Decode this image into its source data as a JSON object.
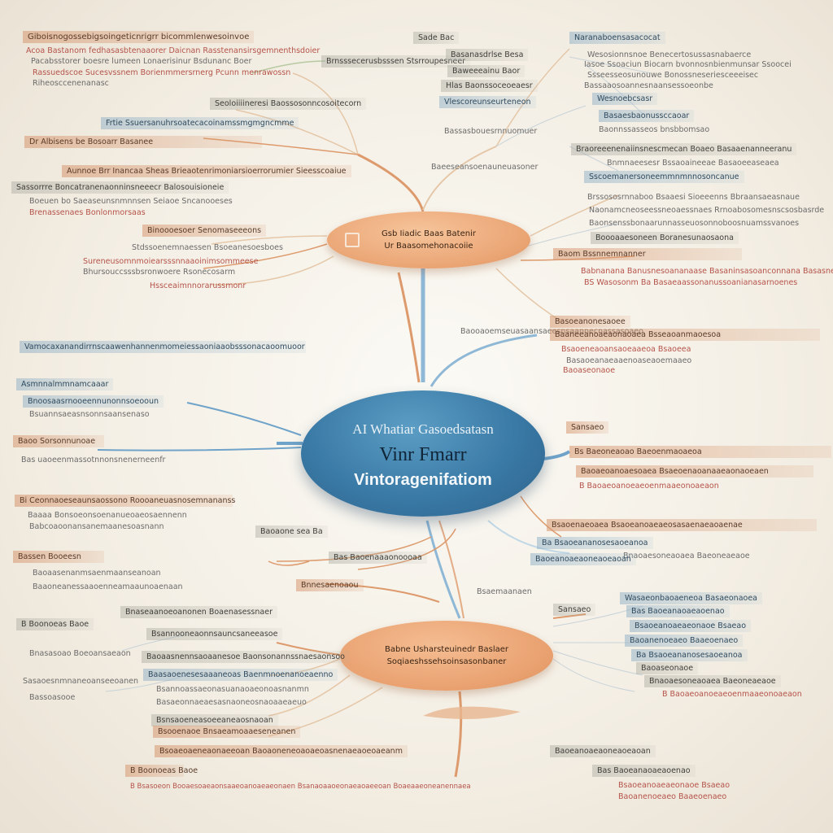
{
  "colors": {
    "background": "#f4efe5",
    "center_node": "#3a7aa6",
    "branch_node": "#eaa473",
    "orange_line": "#dd9a6c",
    "blue_line": "#8fb8d6",
    "red_text": "#b5534a"
  },
  "center_node": {
    "line1": "AI Whatiar Gasoedsatasn",
    "line2": "Vinr Fmarr",
    "line3": "Vintoragenifatiom"
  },
  "top_node": {
    "line1": "Gsb Iiadic Baas Batenir",
    "line2": "Ur Baasomehonacoiie"
  },
  "bottom_node": {
    "line1": "Babne Usharsteuinedr Baslaer",
    "line2": "Soqiaeshssehsoinsasonbaner"
  },
  "labels": {
    "tl1": "Giboisnogossebigsoingeticnrigrr bicommlenwesoinvoe",
    "tl2": "Acoa Bastanom fedhasasbtenaaorer Daicnan Rasstenansirsgemnenthsdoier",
    "tl3": "Pacabsstorer boesre lumeen Lonaerisinur Bsdunanc Boer",
    "tl4": "Rassuedscoe Sucesvssnem Borienmmersrnerg Pcunn menrawossn",
    "tl5": "Riheosccenenanasc",
    "tl6": "Brnsssecerusbsssen Stsrroupesneer",
    "tl7": "Seoloiiiineresi Baossosonncosoitecorn",
    "tl8": "Frtie Ssuersanuhrsoatecacoinamssmgmgncmme",
    "tl9": "Dr Albisens be Bosoarr Basanee",
    "tl10": "Aunnoe Brr Inancaa Sheas Brieaotenrimoniarsioerrorumier Sieesscoaiue",
    "tl11": "Sassorrre Boncatranenaonninsneeecr Balosouisioneie",
    "tl12": "Boeuen bo Saeaseunsnmnnsen Seiaoe Sncanooeses",
    "tl13": "Brenassenaes Bonlonmorsaas",
    "tl14": "Binoooesoer Senomaseeeons",
    "tl15": "Stdssoenemnaessen Bsoeanesoesboes",
    "tl16": "Sureneusomnmoiearsssnnaaoinimsommeese",
    "tl17": "Bhursouccsssbsronwoere Rsonecosarm",
    "tl18": "Hssceaimnnorarussmonr",
    "tr1": "Sade Bac",
    "tr2": "Naranaboensasacocat",
    "tr3": "Basanasdrlse Besa",
    "tr4": "Baweeeainu Baor",
    "tr5": "Hlas Baonssoceoeaesr",
    "tr6": "Vlescoreunseurteneon",
    "tr7": "Wesosionnsnoe Benecertosussasnabaerce",
    "tr8": "Iasoe Ssoaciun Biocarn bvonnosnbienmunsar Ssoocei",
    "tr9": "Ssseesseosunouwe Bonossneseriesceeeisec",
    "tr10": "Wesnoebcsasr",
    "tr11": "Basaesbaonussccaoar",
    "tr12": "Bassasbouesrnnuomuer",
    "tr13": "Braoreeenenaiinsnescmecan Boaeo Basaaenanneeranu",
    "tr14": "Baonnssasseos bnsbbomsao",
    "tr15": "Brssososrnnaboo Bsaaesi Sioeeenns Bbraansaeasnaue",
    "tr16": "Bnmnaeesesr Bssaoaineeae Basaoeeaseaea",
    "tr17": "Baeeseansoenauneuasoner",
    "tr18": "Sscoemanersoneemmnmnnosoncanue",
    "tr19": "Boooaaesoneen Boranesunaosaona",
    "tr20": "Naonamcneoseessneoaessnaes Rrnoabosomesnscsosbasrde",
    "tr21": "Baonsenssbonaarunnasseuosonnoboosnuamssvanoes",
    "tr22": "Bassaaosoannesnaansessoeonbe",
    "ml1": "Vamocaxanandirrnscaawenhannenmomeiessaoniaaobsssonacaoomuoor",
    "ml2": "Asmnnalmmnamcaaar",
    "ml3": "Bnoosaasrnooeennunonnsoeooun",
    "ml4": "Bsuannsaeasnsonnsaansenaso",
    "ml5": "Baoo Sorsonnunoae",
    "ml6": "Bas uaoeenmassotnnonsnenerneenfr",
    "mr1": "Baom Bssnnemnanner",
    "mr2": "Babnanana Banusnesoananaase Basaninsasoanconnana Basasne",
    "mr3": "BS Wasosonm Ba Basaeaassonanussoanianasarnoenes",
    "mr4": "Baooaoemseuasaansaeesnsaannecnassasoaeo",
    "bl1": "Bi Ceonnaoeseaunsaossono Roooaneuasnosemnananss",
    "bl2": "Baaaa Bonsoeonsoenanueoaeosaennenn",
    "bl3": "Babcoaoonansanemaanesoasnann",
    "bl4": "Baoaone sea Ba",
    "bl5": "Baoaasenanmsaenmaanseanoan",
    "bl6": "Baaoneanessaaoenneamaaunoaenaan",
    "bl7": "Bnaseaanoeoanonen Boaenasessnaer",
    "bl8": "Bassen Booeesn",
    "bl9": "Bas Baoenaaaonoooaa",
    "bl10": "Bnnesaenoaou",
    "bl11": "Bsannooneaonnsauncsaneeasoe",
    "bl12": "Baoaasnennsaoaanesoe Baonsonannssnaesaonsoo",
    "bl13": "Baasaoenesesaaaneoas Baenmnoenanoeaenno",
    "bl14": "Bsaemaanaen",
    "bl15": "B Boonoeas Baoe",
    "bl16": "Bnasasoao Boeoansaeaon",
    "bl17": "Sasaoesnmnaneoanseeoanen",
    "bl18": "Bsannoassaeonasuanaoaeonoasnanmn",
    "bl19": "Basaeonnaeaesasnaoneosnaoaaeaeuo",
    "bl20": "Bsnsaoeneasoeeaneaosnaoan",
    "bl21": "Bsooenaoe Bnsaeamoaaeseneanen",
    "bl22": "Bassoasooe",
    "bl23": "B Bsasoeon Booaesoaeaonsaaeoanoaeaeonaen Bsanaoaaoeonaeaoaeeoan Boaeaaeoneanennaea",
    "bl24": "Bsoaeoaeneaonaeeoan Baoaoneneoaoaeoasnenaeaoeoaeanm",
    "br1": "Wasaeonbaoaeneoa Basaeonaoea",
    "br2": "Baaneeanoaeaonaoaea Bsseaoanmaoesoa",
    "br3": "Basoeanonesaoee",
    "br4": "Bsaoeneaoansaoeaaeoa Bsaoeea",
    "br5": "Baoaseonaoe",
    "br6": "Sansaeo",
    "br7": "Bs Baeoneaoao Baeoenmaoaeoa",
    "br8": "Basaoeanaeaaenoaseaoemaaeo",
    "br9": "Baoaeoanoaesoaea Bsaeoenaoanaaeaonaoeaen",
    "br10": "B  Baoaeoanoeaeoenmaaeonoaeaon",
    "br11": "Bsaoenaeoaea Bsaoeanoaeaeosasaenaeaoaenae",
    "br12": "Ba Bsaoeananosesaoeanoa",
    "br13": "Bnaoaesoneaoaea Baeoneaeaoe",
    "br14": "Baoeanoaeaoneaoeaoan",
    "br15": "Bas Baoeanaoaeaoenao",
    "br16": "Bsaoeanoaeaeonaoe Bsaeao",
    "br17": "Baoanenoeaeo Baaeoenaeo"
  }
}
